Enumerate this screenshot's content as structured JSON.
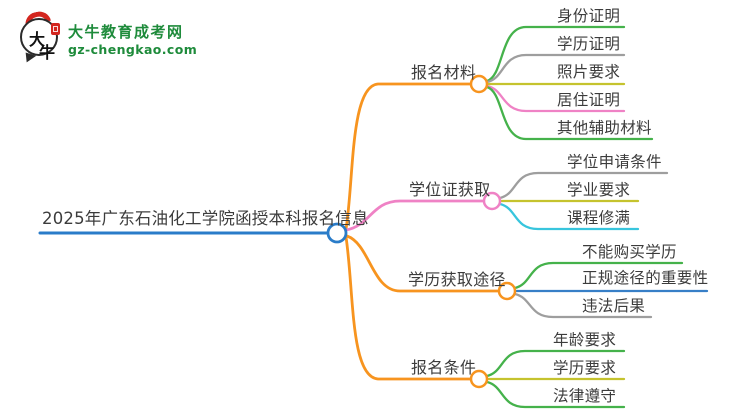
{
  "logo": {
    "bubble_text_top": "大",
    "bubble_text_bottom": "牛",
    "site_name": "大牛教育成考网",
    "site_url": "gz-chengkao.com",
    "brand_green": "#1e8b3b",
    "seal_red": "#d3261f"
  },
  "central": {
    "label": "2025年广东石油化工学院函授本科报名信息",
    "color": "#2a7cc9"
  },
  "colors": {
    "orange": "#f7941f",
    "pink": "#ef82c5",
    "green": "#45b24b",
    "gray": "#9e9e9e",
    "olive": "#c5c32e",
    "cyan": "#38c5dd",
    "blue": "#377fc7",
    "text": "#3c3c3c",
    "node_fill": "#ffffff"
  },
  "branches": [
    {
      "label": "报名材料",
      "color": "#f7941f",
      "children": [
        {
          "label": "身份证明",
          "color": "#45b24b"
        },
        {
          "label": "学历证明",
          "color": "#9e9e9e"
        },
        {
          "label": "照片要求",
          "color": "#c5c32e"
        },
        {
          "label": "居住证明",
          "color": "#ef82c5"
        },
        {
          "label": "其他辅助材料",
          "color": "#45b24b"
        }
      ]
    },
    {
      "label": "学位证获取",
      "color": "#ef82c5",
      "children": [
        {
          "label": "学位申请条件",
          "color": "#9e9e9e"
        },
        {
          "label": "学业要求",
          "color": "#c5c32e"
        },
        {
          "label": "课程修满",
          "color": "#38c5dd"
        }
      ]
    },
    {
      "label": "学历获取途径",
      "color": "#f7941f",
      "children": [
        {
          "label": "不能购买学历",
          "color": "#45b24b"
        },
        {
          "label": "正规途径的重要性",
          "color": "#377fc7"
        },
        {
          "label": "违法后果",
          "color": "#9e9e9e"
        }
      ]
    },
    {
      "label": "报名条件",
      "color": "#f7941f",
      "children": [
        {
          "label": "年龄要求",
          "color": "#45b24b"
        },
        {
          "label": "学历要求",
          "color": "#c5c32e"
        },
        {
          "label": "法律遵守",
          "color": "#45b24b"
        }
      ]
    }
  ]
}
